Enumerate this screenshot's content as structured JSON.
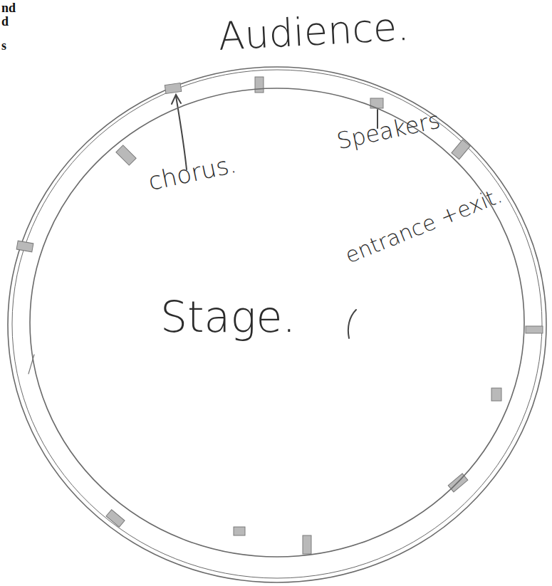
{
  "diagram": {
    "nodes": [
      {
        "text": [
          "Stage."
        ]
      }
    ],
    "labels": [
      "nd",
      "d",
      "s",
      "Audience.",
      "chorus.",
      "Speakers",
      "entrance +exit."
    ]
  }
}
